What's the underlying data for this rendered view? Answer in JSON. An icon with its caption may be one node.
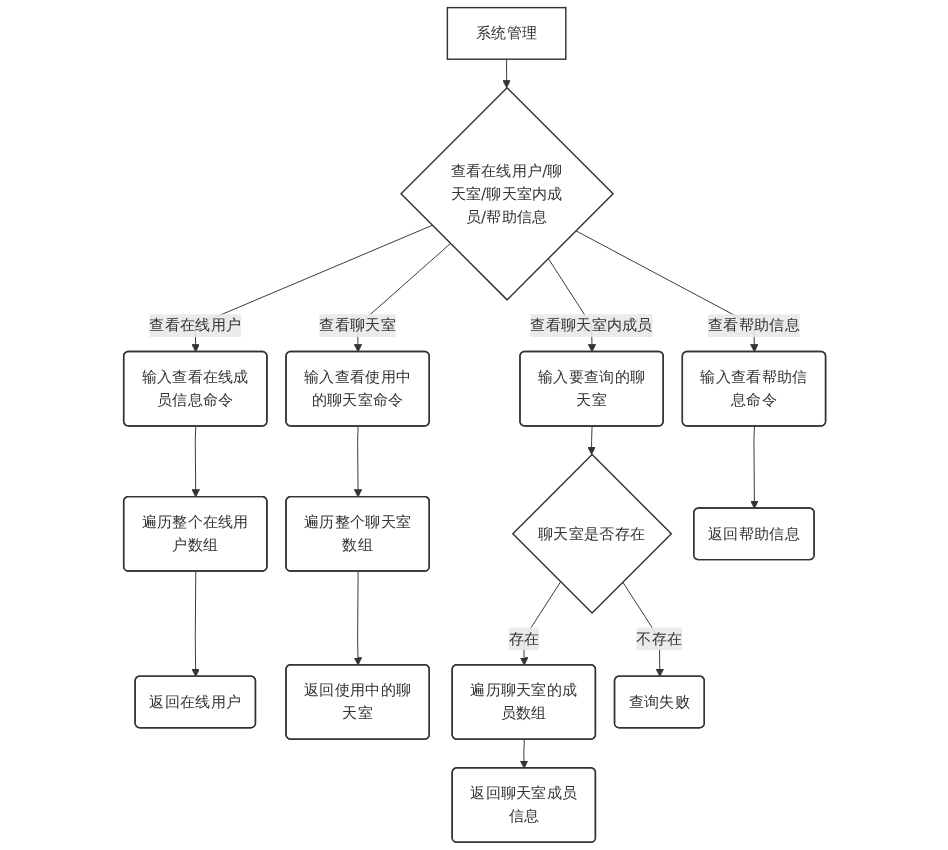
{
  "diagram": {
    "nodes": [
      {
        "text": [
          "系统管理"
        ]
      },
      {
        "text": [
          "查看在线用户/聊天室/聊天室内成员/帮助信息"
        ]
      },
      {
        "text": [
          "输入查看在线成员信息命令"
        ]
      },
      {
        "text": [
          "输入查看使用中的聊天室命令"
        ]
      },
      {
        "text": [
          "输入要查询的聊天室"
        ]
      },
      {
        "text": [
          "输入查看帮助信息命令"
        ]
      },
      {
        "text": [
          "遍历整个在线用户数组"
        ]
      },
      {
        "text": [
          "遍历整个聊天室数组"
        ]
      },
      {
        "text": [
          "聊天室是否存在"
        ]
      },
      {
        "text": [
          "返回帮助信息"
        ]
      },
      {
        "text": [
          "返回在线用户"
        ]
      },
      {
        "text": [
          "返回使用中的聊天室"
        ]
      },
      {
        "text": [
          "遍历聊天室的成员数组"
        ]
      },
      {
        "text": [
          "查询失败"
        ]
      },
      {
        "text": [
          "返回聊天室成员信息"
        ]
      }
    ],
    "edges": [
      {
        "from": 0,
        "to": 1,
        "arrow": "to"
      },
      {
        "from": 1,
        "to": 2,
        "arrow": "to",
        "label": "查看在线用户"
      },
      {
        "from": 1,
        "to": 3,
        "arrow": "to",
        "label": "查看聊天室"
      },
      {
        "from": 1,
        "to": 4,
        "arrow": "to",
        "label": "查看聊天室内成员"
      },
      {
        "from": 1,
        "to": 5,
        "arrow": "to",
        "label": "查看帮助信息"
      },
      {
        "from": 2,
        "to": 6,
        "arrow": "to"
      },
      {
        "from": 6,
        "to": 10,
        "arrow": "to"
      },
      {
        "from": 3,
        "to": 7,
        "arrow": "to"
      },
      {
        "from": 7,
        "to": 11,
        "arrow": "to"
      },
      {
        "from": 4,
        "to": 8,
        "arrow": "to"
      },
      {
        "from": 8,
        "to": 12,
        "arrow": "to",
        "label": "存在"
      },
      {
        "from": 8,
        "to": 13,
        "arrow": "to",
        "label": "不存在"
      },
      {
        "from": 12,
        "to": 14,
        "arrow": "to"
      },
      {
        "from": 5,
        "to": 9,
        "arrow": "to"
      }
    ]
  }
}
